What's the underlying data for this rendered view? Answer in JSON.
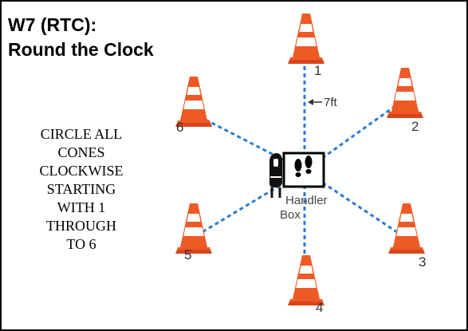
{
  "title": {
    "line1": "W7 (RTC):",
    "line2": "Round the Clock"
  },
  "instructions": [
    "CIRCLE ALL",
    "CONES",
    "CLOCKWISE",
    "STARTING",
    "WITH 1",
    "THROUGH",
    "TO 6"
  ],
  "distance_label": "7ft",
  "handler_box": {
    "line1": "Handler",
    "line2": "Box"
  },
  "cones": [
    {
      "label": "1"
    },
    {
      "label": "2"
    },
    {
      "label": "3"
    },
    {
      "label": "4"
    },
    {
      "label": "5"
    },
    {
      "label": "6"
    }
  ],
  "colors": {
    "cone": "#ef5a24",
    "cone_dark": "#d9441b",
    "cone_stripe": "#ffffff",
    "line": "#2b7bd3",
    "border": "#000000"
  },
  "icons": {
    "cone": "traffic-cone-icon",
    "dog": "dog-icon",
    "footprints": "footprints-icon",
    "arrow": "arrow-left-icon"
  }
}
